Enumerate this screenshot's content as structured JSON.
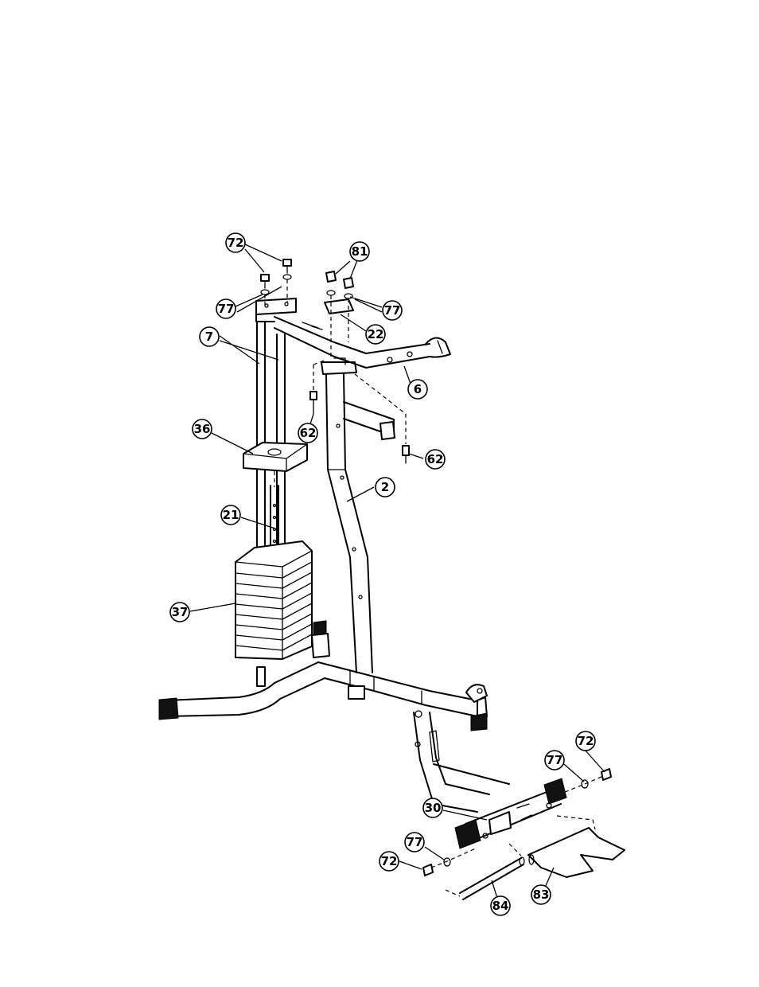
{
  "labels": {
    "p72a": "72",
    "p81": "81",
    "p77a": "77",
    "p77b": "77",
    "p22": "22",
    "p7": "7",
    "p6": "6",
    "p36": "36",
    "p62a": "62",
    "p62b": "62",
    "p2": "2",
    "p21": "21",
    "p37": "37",
    "p72b": "72",
    "p77c": "77",
    "p30": "30",
    "p77d": "77",
    "p72c": "72",
    "p84": "84",
    "p83": "83"
  }
}
